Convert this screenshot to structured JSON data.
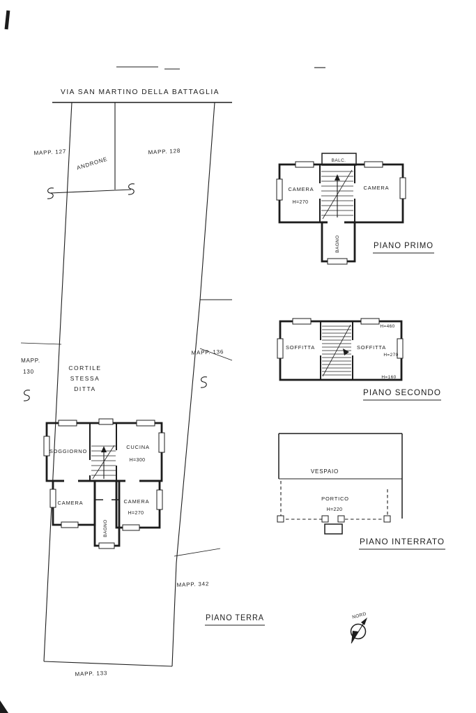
{
  "street": {
    "label": "VIA SAN MARTINO DELLA BATTAGLIA"
  },
  "site": {
    "mapp_127": "MAPP. 127",
    "androne": "ANDRONE",
    "mapp_128": "MAPP. 128",
    "mapp_130_line1": "MAPP.",
    "mapp_130_line2": "130",
    "mapp_136": "MAPP. 136",
    "cortile_line1": "CORTILE",
    "cortile_line2": "STESSA",
    "cortile_line3": "DITTA",
    "mapp_342": "MAPP. 342",
    "mapp_133": "MAPP. 133",
    "caption": "PIANO TERRA"
  },
  "ground_floor": {
    "soggiorno": "SOGGIORNO",
    "cucina": "CUCINA",
    "cucina_height": "H=300",
    "camera_left": "CAMERA",
    "camera_right": "CAMERA",
    "camera_right_height": "H=270",
    "bagno": "BAGNO"
  },
  "first_floor": {
    "balcony": "BALC.",
    "camera_left": "CAMERA",
    "camera_left_height": "H=270",
    "camera_right": "CAMERA",
    "bagno": "BAGNO",
    "caption": "PIANO PRIMO"
  },
  "second_floor": {
    "soffitta_left": "SOFFITTA",
    "soffitta_right": "SOFFITTA",
    "height_top": "H=460",
    "height_mid": "H=270",
    "height_bottom": "H=160",
    "caption": "PIANO SECONDO"
  },
  "basement": {
    "vespaio": "VESPAIO",
    "portico": "PORTICO",
    "portico_height": "H=220",
    "caption": "PIANO INTERRATO"
  },
  "compass": {
    "north": "NORD"
  }
}
